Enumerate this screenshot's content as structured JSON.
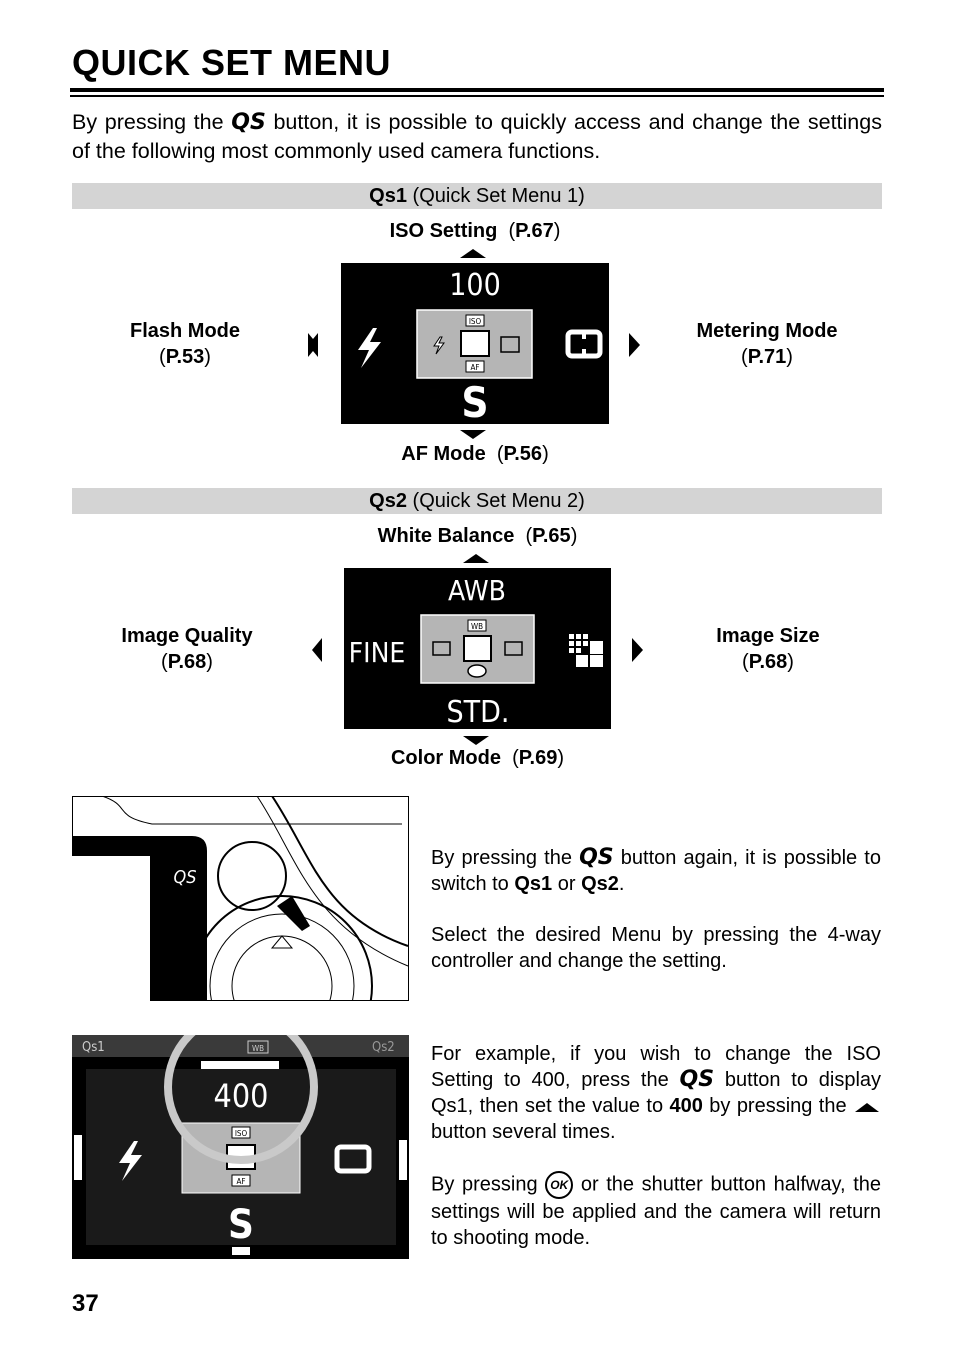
{
  "page": {
    "title": "QUICK SET MENU",
    "page_number": "37"
  },
  "intro": {
    "text_before": "By pressing the",
    "button_icon": "QS",
    "text_after": "button, it is possible to quickly access and change the settings of the following most commonly used camera functions."
  },
  "qs1": {
    "bar_bold": "Qs1",
    "bar_text": "(Quick Set Menu 1)",
    "top": {
      "name": "ISO Setting",
      "ref": "P.67"
    },
    "bottom": {
      "name": "AF Mode",
      "ref": "P.56"
    },
    "left": {
      "name": "Flash Mode",
      "ref": "P.53"
    },
    "right": {
      "name": "Metering Mode",
      "ref": "P.71"
    },
    "screen": {
      "top_value": "100",
      "bottom_value": "S",
      "badge_top": "ISO",
      "badge_bottom": "AF"
    }
  },
  "qs2": {
    "bar_bold": "Qs2",
    "bar_text": "(Quick Set Menu 2)",
    "top": {
      "name": "White Balance",
      "ref": "P.65"
    },
    "bottom": {
      "name": "Color Mode",
      "ref": "P.69"
    },
    "left": {
      "name": "Image Quality",
      "ref": "P.68"
    },
    "right": {
      "name": "Image Size",
      "ref": "P.68"
    },
    "screen": {
      "top_value": "AWB",
      "left_value": "FINE",
      "bottom_value": "STD.",
      "badge_top": "WB"
    }
  },
  "camera_illustration": {
    "button_label": "QS"
  },
  "para1": {
    "a": "By pressing the",
    "icon": "QS",
    "b": "button again, it is possible to switch to",
    "qs1": "Qs1",
    "or": "or",
    "qs2": "Qs2",
    "end": "."
  },
  "para2": "Select the desired Menu by pressing the 4-way controller and change the setting.",
  "para3": {
    "a": "For example, if you wish to change the ISO Setting to 400, press the",
    "icon": "QS",
    "b": "button to display Qs1, then set the value to",
    "value": "400",
    "c": "by pressing the",
    "d": "button several times."
  },
  "para4": {
    "a": "By pressing",
    "ok_icon": "OK",
    "b": "or the shutter button halfway, the settings will be applied and the camera will return to shooting mode."
  },
  "example_screen": {
    "tab_left": "Qs1",
    "tab_right": "Qs2",
    "wb_badge": "WB",
    "value": "400",
    "badge_top": "ISO",
    "badge_bottom": "AF",
    "bottom_value": "S"
  },
  "icons": [
    "qs-button-icon",
    "flash-icon",
    "metering-icon",
    "image-size-icon",
    "color-mode-icon",
    "up-arrow-icon",
    "ok-button-icon"
  ]
}
